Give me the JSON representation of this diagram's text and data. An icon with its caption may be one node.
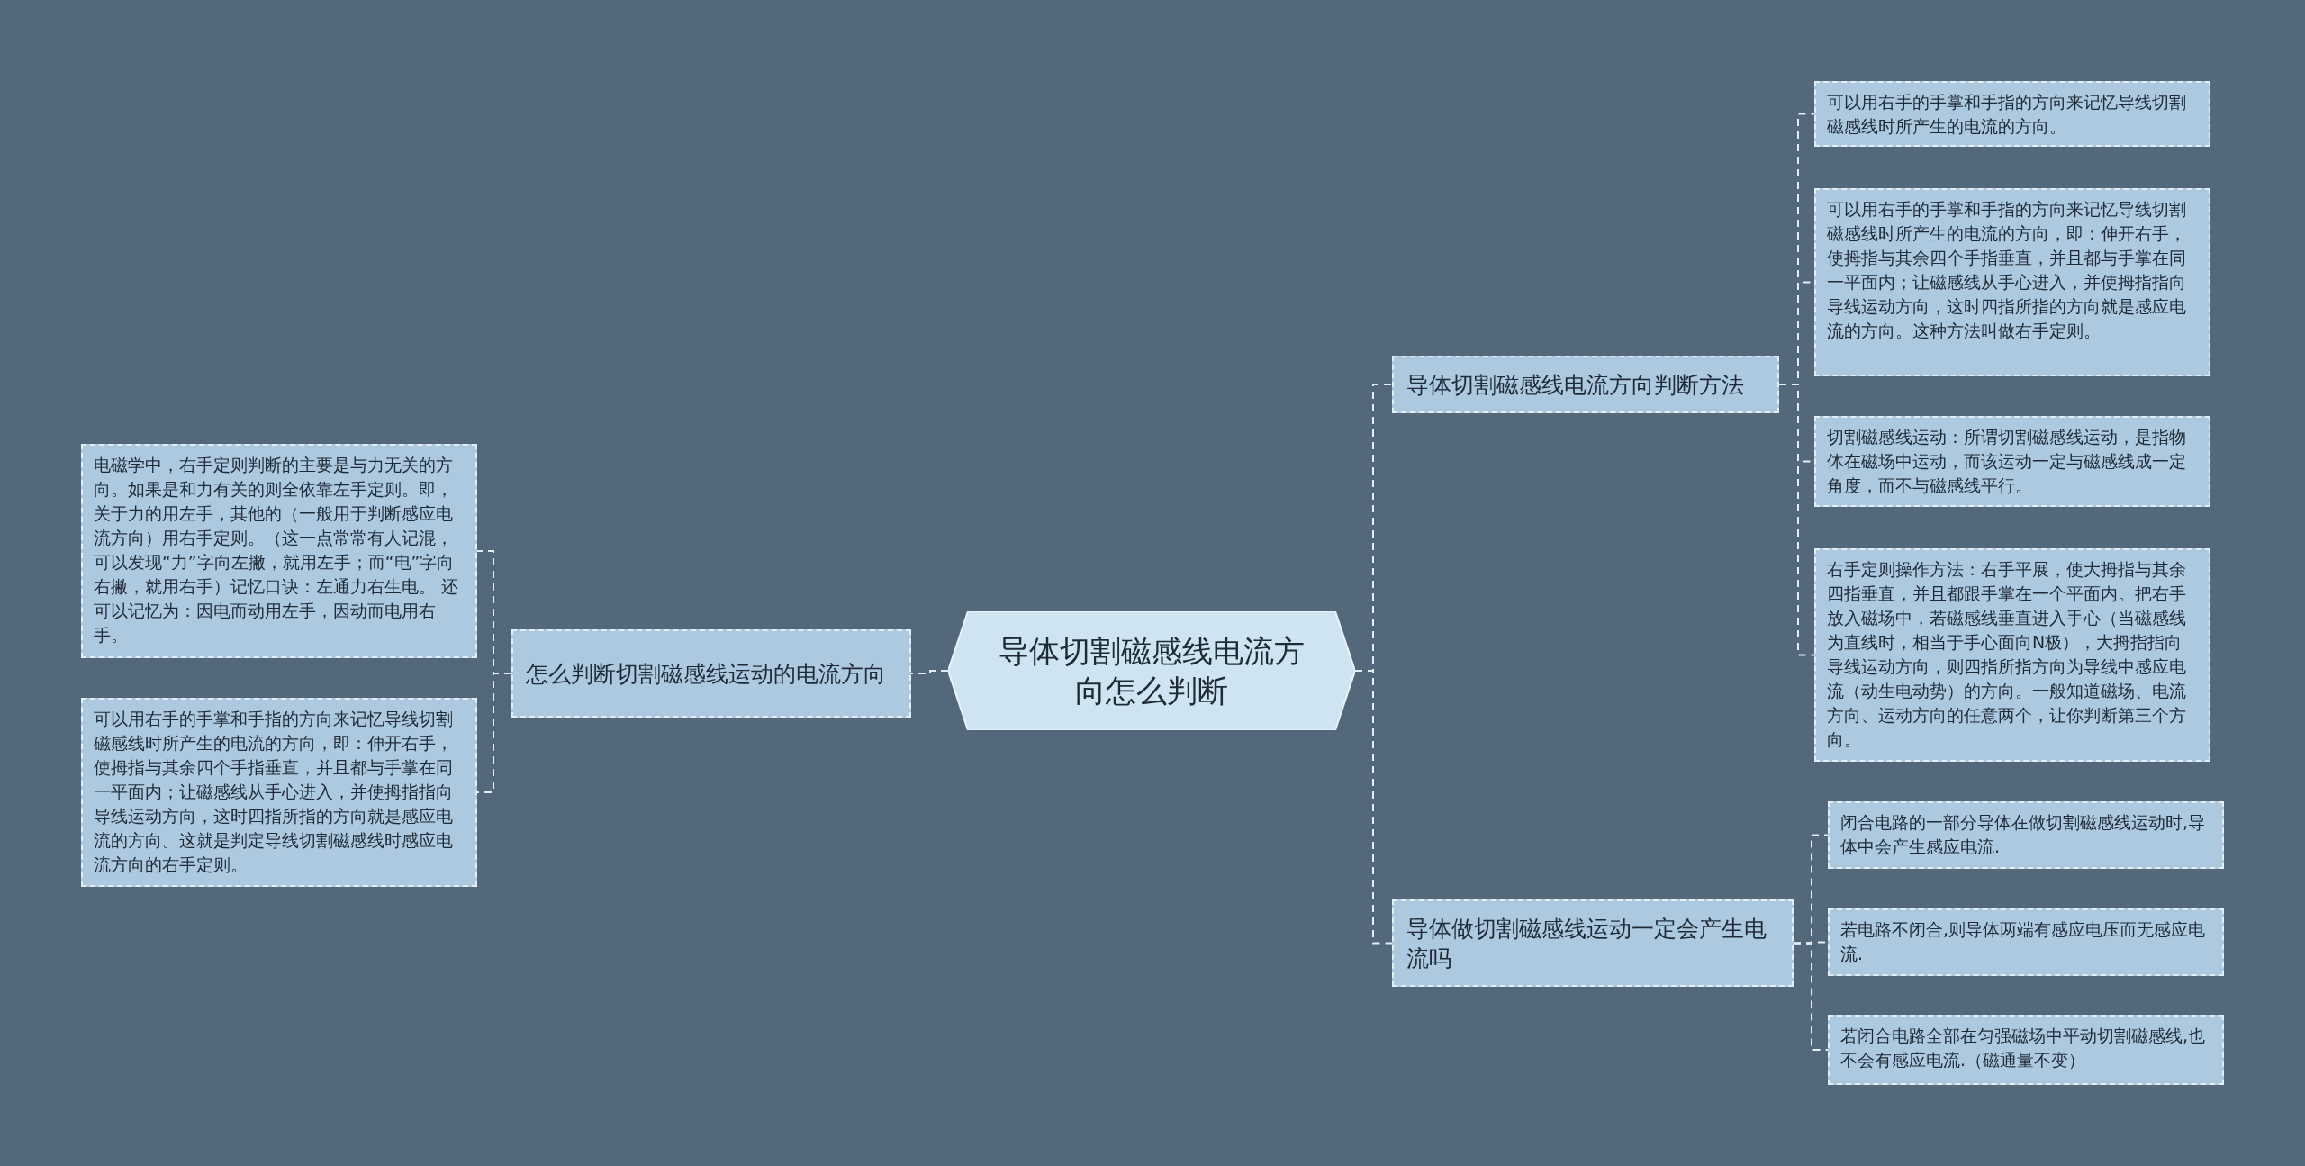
{
  "diagram": {
    "nodes": [
      {
        "text": [
          "导体切割磁感线电流方向怎么判断"
        ]
      },
      {
        "text": [
          "怎么判断切割磁感线运动的电流方向"
        ]
      },
      {
        "text": [
          "电磁学中，右手定则判断的主要是与力无关的方向。如果是和力有关的则全依靠左手定则。即，关于力的用左手，其他的（一般用于判断感应电流方向）用右手定则。（这一点常常有人记混，可以发现“力”字向左撇，就用左手；而“电”字向右撇，就用右手）记忆口诀：左通力右生电。 还可以记忆为：因电而动用左手，因动而电用右手。"
        ]
      },
      {
        "text": [
          "可以用右手的手掌和手指的方向来记忆导线切割磁感线时所产生的电流的方向，即：伸开右手，使拇指与其余四个手指垂直，并且都与手掌在同一平面内；让磁感线从手心进入，并使拇指指向导线运动方向，这时四指所指的方向就是感应电流的方向。这就是判定导线切割磁感线时感应电流方向的右手定则。"
        ]
      },
      {
        "text": [
          "导体切割磁感线电流方向判断方法"
        ]
      },
      {
        "text": [
          "可以用右手的手掌和手指的方向来记忆导线切割磁感线时所产生的电流的方向。"
        ]
      },
      {
        "text": [
          "可以用右手的手掌和手指的方向来记忆导线切割磁感线时所产生的电流的方向，即：伸开右手，使拇指与其余四个手指垂直，并且都与手掌在同一平面内；让磁感线从手心进入，并使拇指指向导线运动方向，这时四指所指的方向就是感应电流的方向。这种方法叫做右手定则。"
        ]
      },
      {
        "text": [
          "切割磁感线运动：所谓切割磁感线运动，是指物体在磁场中运动，而该运动一定与磁感线成一定角度，而不与磁感线平行。"
        ]
      },
      {
        "text": [
          "右手定则操作方法：右手平展，使大拇指与其余四指垂直，并且都跟手掌在一个平面内。把右手放入磁场中，若磁感线垂直进入手心（当磁感线为直线时，相当于手心面向N极），大拇指指向导线运动方向，则四指所指方向为导线中感应电流（动生电动势）的方向。一般知道磁场、电流方向、运动方向的任意两个，让你判断第三个方向。"
        ]
      },
      {
        "text": [
          "导体做切割磁感线运动一定会产生电流吗"
        ]
      },
      {
        "text": [
          "闭合电路的一部分导体在做切割磁感线运动时,导体中会产生感应电流."
        ]
      },
      {
        "text": [
          "若电路不闭合,则导体两端有感应电压而无感应电流."
        ]
      },
      {
        "text": [
          "若闭合电路全部在匀强磁场中平动切割磁感线,也不会有感应电流.（磁通量不变）"
        ]
      }
    ],
    "edges": [
      {
        "from": 0,
        "to": 1,
        "arrow": "none"
      },
      {
        "from": 1,
        "to": 2,
        "arrow": "none"
      },
      {
        "from": 1,
        "to": 3,
        "arrow": "none"
      },
      {
        "from": 0,
        "to": 4,
        "arrow": "none"
      },
      {
        "from": 4,
        "to": 5,
        "arrow": "none"
      },
      {
        "from": 4,
        "to": 6,
        "arrow": "none"
      },
      {
        "from": 4,
        "to": 7,
        "arrow": "none"
      },
      {
        "from": 4,
        "to": 8,
        "arrow": "none"
      },
      {
        "from": 0,
        "to": 9,
        "arrow": "none"
      },
      {
        "from": 9,
        "to": 10,
        "arrow": "none"
      },
      {
        "from": 9,
        "to": 11,
        "arrow": "none"
      },
      {
        "from": 9,
        "to": 12,
        "arrow": "none"
      }
    ]
  }
}
